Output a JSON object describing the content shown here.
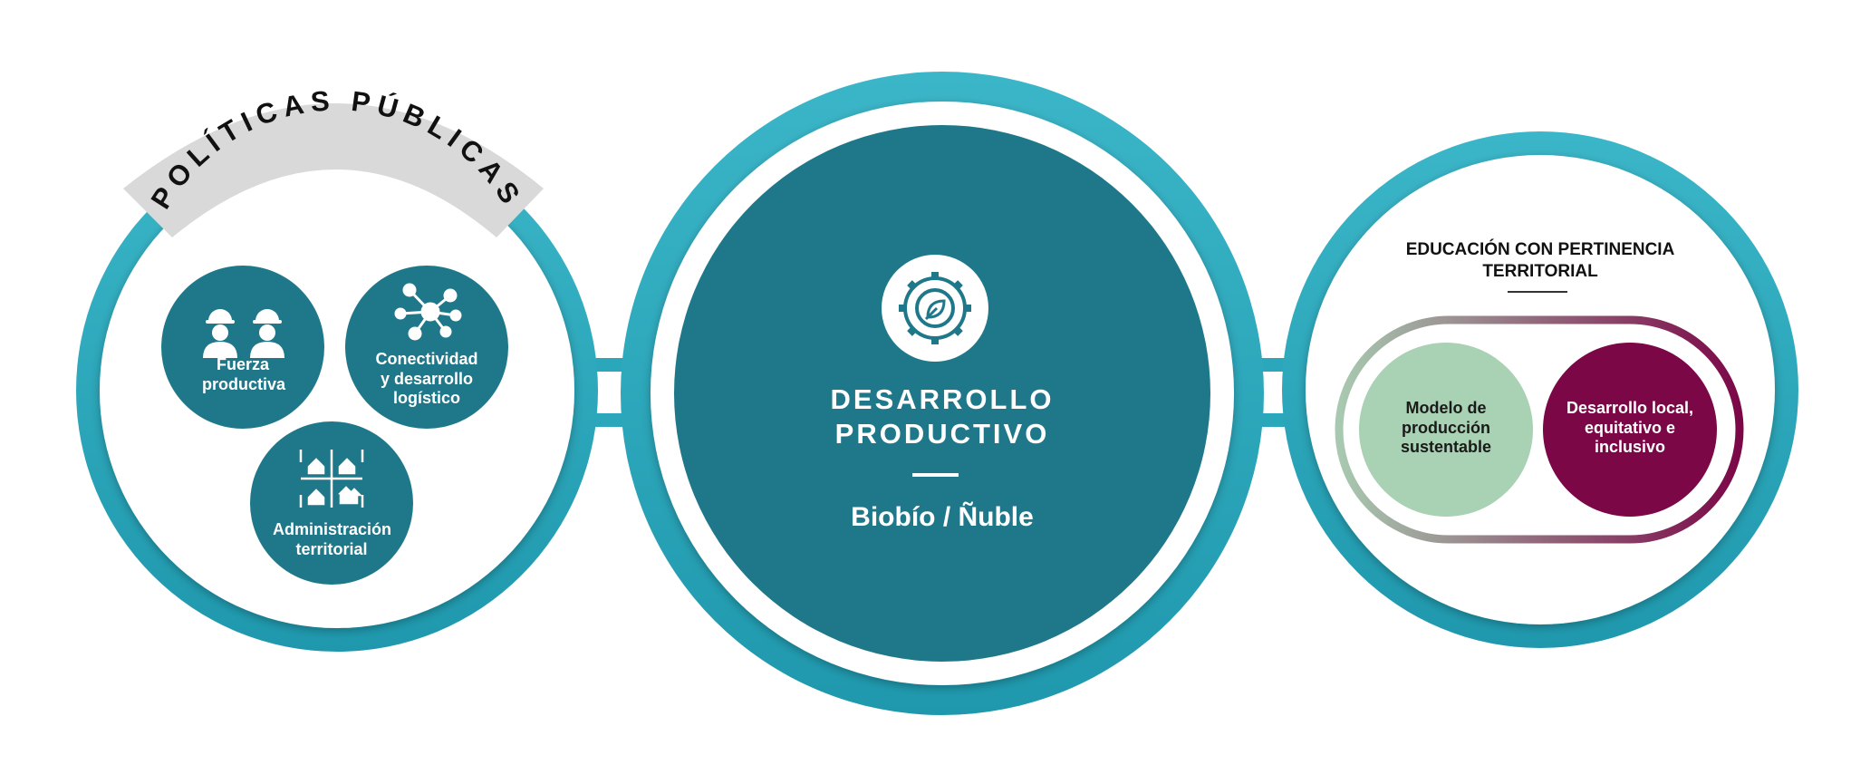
{
  "left": {
    "banner_title": "POLÍTICAS PÚBLICAS",
    "items": [
      {
        "label": "Fuerza productiva",
        "icon": "workers-icon"
      },
      {
        "label": "Conectividad y desarrollo logístico",
        "icon": "network-icon"
      },
      {
        "label": "Administración territorial",
        "icon": "houses-icon"
      }
    ]
  },
  "center": {
    "icon": "gear-leaf-icon",
    "title_line1": "DESARROLLO",
    "title_line2": "PRODUCTIVO",
    "subtitle": "Biobío / Ñuble"
  },
  "right": {
    "title_line1": "EDUCACIÓN CON PERTINENCIA",
    "title_line2": "TERRITORIAL",
    "items": [
      {
        "label": "Modelo de producción sustentable"
      },
      {
        "label": "Desarrollo local, equitativo e inclusivo"
      }
    ]
  },
  "colors": {
    "teal_dark": "#1f788a",
    "teal_ring": "#2aa7bb",
    "banner_gray": "#d9d9d9",
    "green_light": "#a9d1b4",
    "maroon": "#7b0747"
  }
}
